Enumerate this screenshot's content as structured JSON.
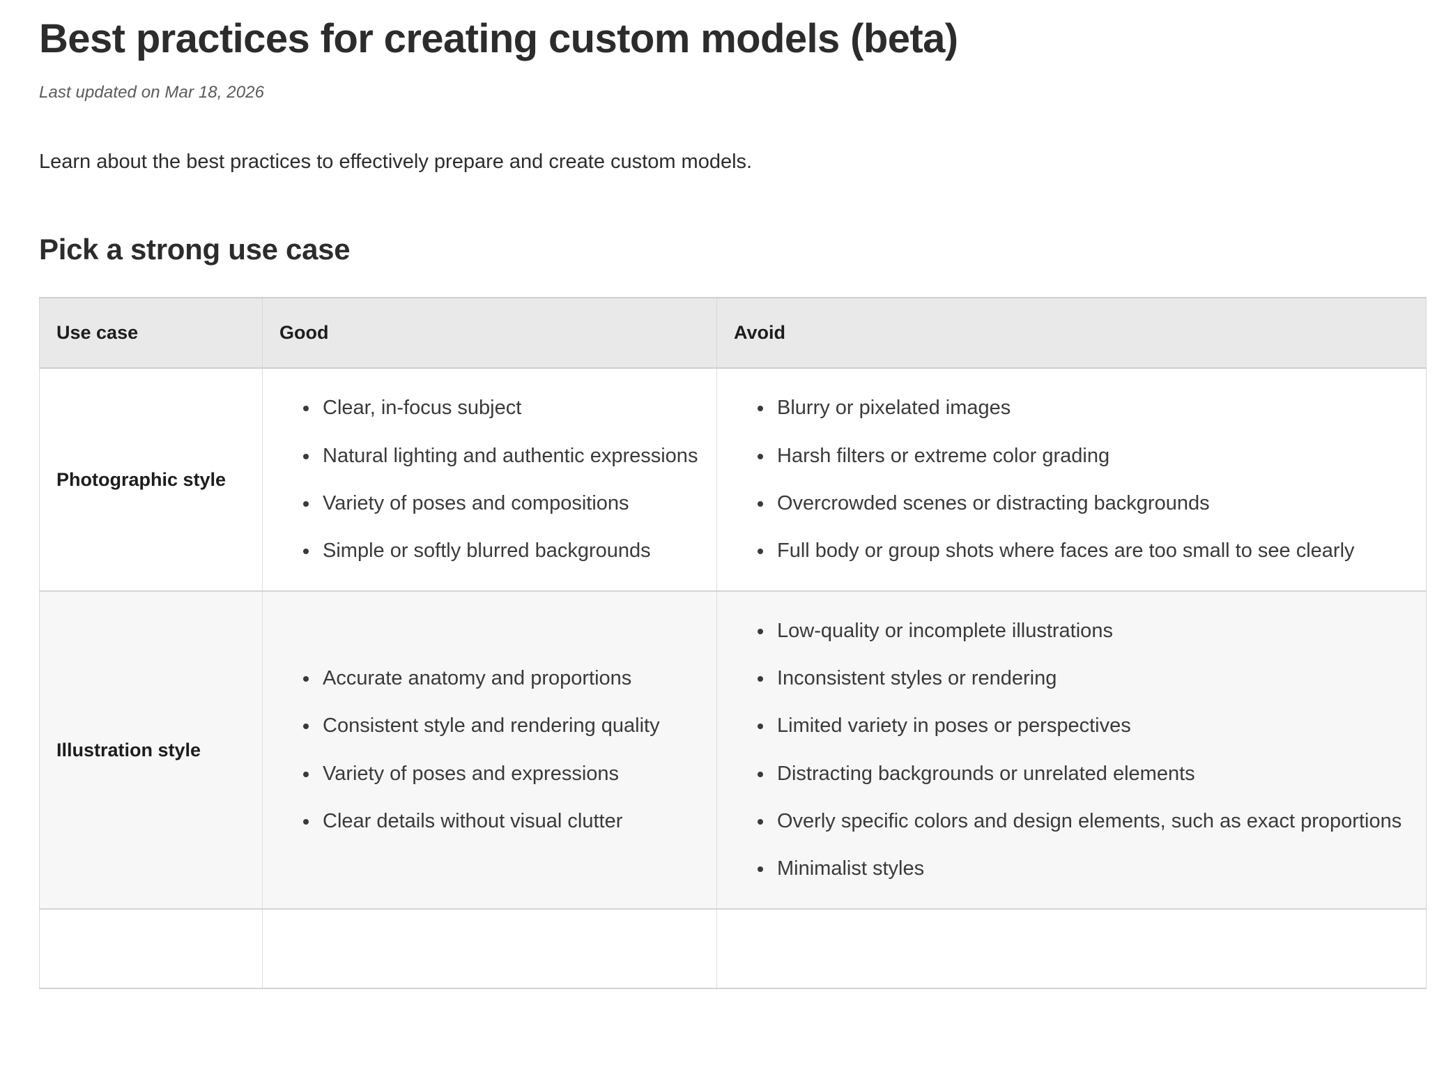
{
  "document": {
    "title": "Best practices for creating custom models (beta)",
    "last_updated": "Last updated on Mar 18, 2026",
    "intro": "Learn about the best practices to effectively prepare and create custom models.",
    "section_heading": "Pick a strong use case"
  },
  "table": {
    "headers": {
      "use_case": "Use case",
      "good": "Good",
      "avoid": "Avoid"
    },
    "rows": [
      {
        "use_case": "Photographic style",
        "good": [
          "Clear, in-focus subject",
          "Natural lighting and authentic expressions",
          "Variety of poses and compositions",
          "Simple or softly blurred backgrounds"
        ],
        "avoid": [
          "Blurry or pixelated images",
          "Harsh filters or extreme color grading",
          "Overcrowded scenes or distracting backgrounds",
          "Full body or group shots where faces are too small to see clearly"
        ]
      },
      {
        "use_case": "Illustration style",
        "good": [
          "Accurate anatomy and proportions",
          "Consistent style and rendering quality",
          "Variety of poses and expressions",
          "Clear details without visual clutter"
        ],
        "avoid": [
          "Low-quality or incomplete illustrations",
          "Inconsistent styles or rendering",
          "Limited variety in poses or perspectives",
          "Distracting backgrounds or unrelated elements",
          "Overly specific colors and design elements, such as exact proportions",
          "Minimalist styles"
        ]
      },
      {
        "use_case": "",
        "good": [],
        "avoid": []
      }
    ]
  },
  "colors": {
    "header_background": "#e9e9e9",
    "alt_row_background": "#f7f7f7",
    "border": "#d8d8d8",
    "text": "#2c2c2c",
    "muted_text": "#5a5a5a"
  }
}
